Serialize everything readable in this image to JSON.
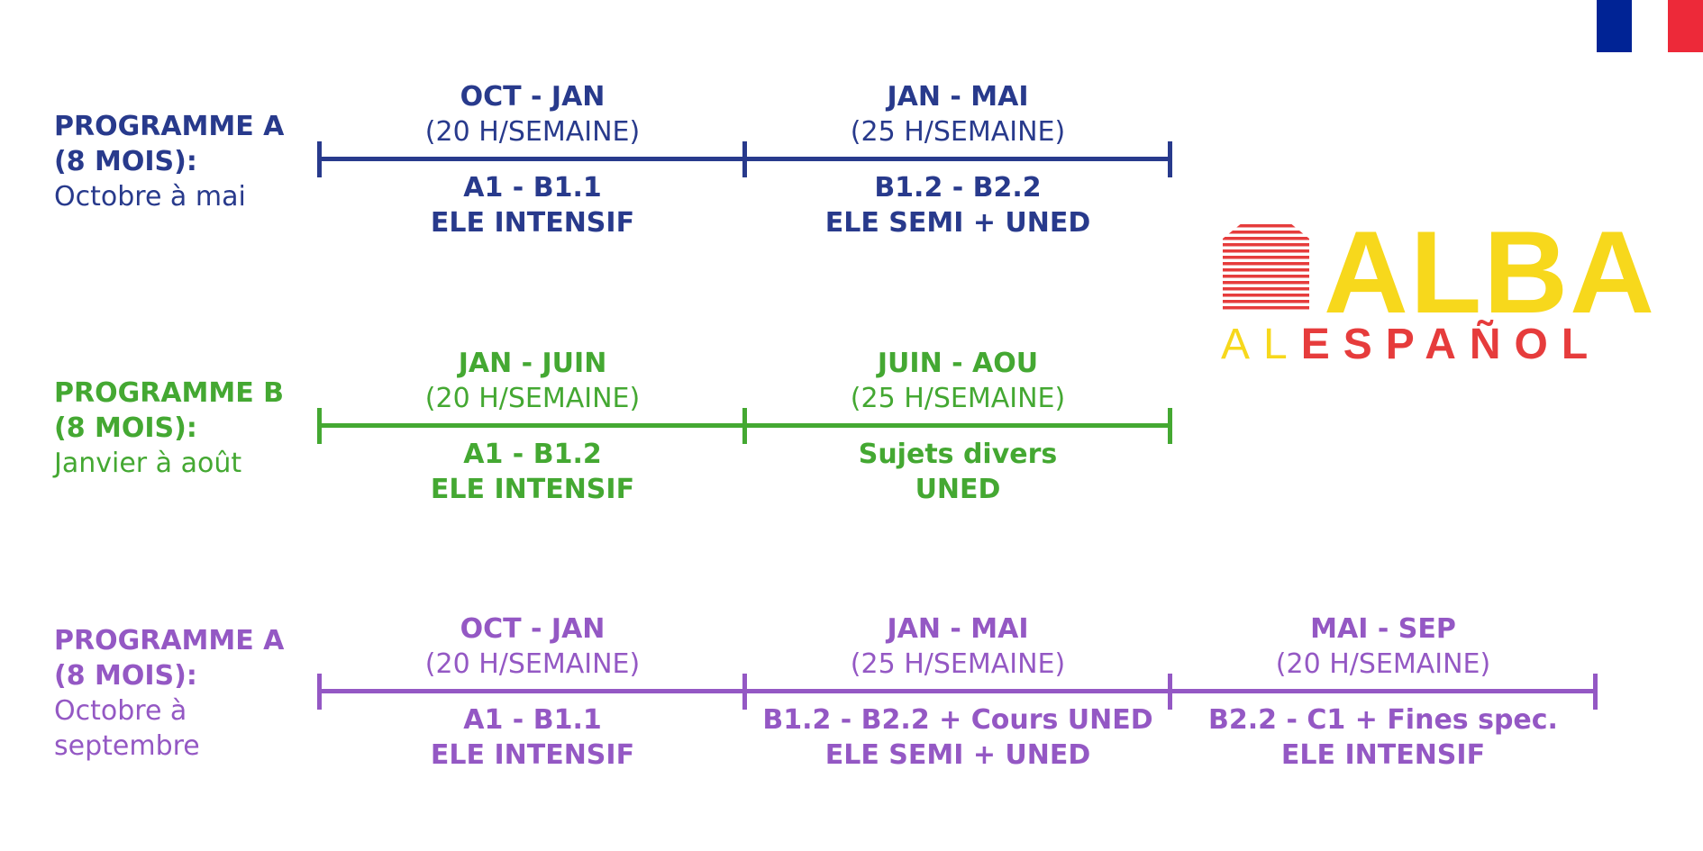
{
  "colors": {
    "blue": "#283a8c",
    "green": "#44a832",
    "purple": "#9458c4",
    "logo_yellow": "#f7d81c",
    "logo_red": "#e63c3c",
    "flag_blue": "#002395",
    "flag_white": "#ffffff",
    "flag_red": "#ed2939"
  },
  "flag": {
    "icon": "french-flag-icon"
  },
  "logo": {
    "main": "ALBA",
    "sub_prefix": "AL",
    "sub_word": "ESPAÑOL",
    "icon": "building-stripes-icon"
  },
  "programs": [
    {
      "title": "PROGRAMME A",
      "months": "(8 MOIS):",
      "subtitle": "Octobre à mai",
      "segments": [
        {
          "period": "OCT - JAN",
          "hours": "(20 H/SEMAINE)",
          "level": "A1 - B1.1",
          "course": "ELE INTENSIF"
        },
        {
          "period": "JAN - MAI",
          "hours": "(25 H/SEMAINE)",
          "level": "B1.2 - B2.2",
          "course": "ELE SEMI + UNED"
        }
      ]
    },
    {
      "title": "PROGRAMME B",
      "months": "(8 MOIS):",
      "subtitle": "Janvier à août",
      "segments": [
        {
          "period": "JAN - JUIN",
          "hours": "(20 H/SEMAINE)",
          "level": "A1 - B1.2",
          "course": "ELE INTENSIF"
        },
        {
          "period": "JUIN - AOU",
          "hours": "(25 H/SEMAINE)",
          "level": "Sujets divers",
          "course": "UNED"
        }
      ]
    },
    {
      "title": "PROGRAMME A",
      "months": "(8 MOIS):",
      "subtitle": "Octobre à septembre",
      "segments": [
        {
          "period": "OCT - JAN",
          "hours": "(20 H/SEMAINE)",
          "level": "A1 - B1.1",
          "course": "ELE INTENSIF"
        },
        {
          "period": "JAN - MAI",
          "hours": "(25 H/SEMAINE)",
          "level": "B1.2 - B2.2 + Cours UNED",
          "course": "ELE SEMI + UNED"
        },
        {
          "period": "MAI - SEP",
          "hours": "(20 H/SEMAINE)",
          "level": "B2.2 - C1 + Fines spec.",
          "course": "ELE INTENSIF"
        }
      ]
    }
  ]
}
